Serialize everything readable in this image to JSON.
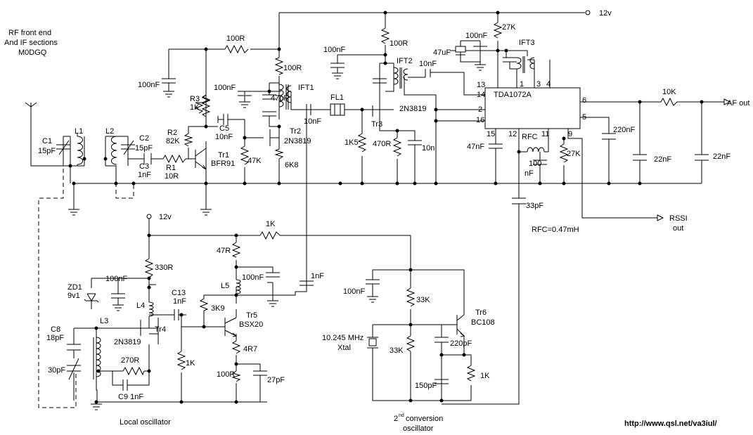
{
  "title": {
    "line1": "RF front end",
    "line2": "And IF sections",
    "line3": "M0DGQ"
  },
  "supply": {
    "top": "12v",
    "lo": "12v"
  },
  "ic": {
    "name": "TDA1072A",
    "pins": [
      "13",
      "14",
      "2",
      "16",
      "15",
      "12",
      "11",
      "9",
      "6",
      "5",
      "1",
      "3",
      "4"
    ]
  },
  "outputs": {
    "af": "AF out",
    "rssi1": "RSSI",
    "rssi2": "out"
  },
  "notes": {
    "rfc": "RFC=0.47mH",
    "url": "http://www.qsl.net/va3iul/"
  },
  "sections": {
    "lo": "Local oscillator",
    "conv_sup": "nd",
    "conv_pre": "2",
    "conv1": "conversion",
    "conv2": "oscillator"
  },
  "crystal": {
    "freq": "10.245 MHz",
    "name": "Xtal"
  },
  "labels": {
    "c1": "C1",
    "c1v": "15pF",
    "l1": "L1",
    "l2": "L2",
    "c2": "C2",
    "c2v": "15pF",
    "c3": "C3",
    "c3v": "1nF",
    "r1": "R1",
    "r1v": "10R",
    "r2": "R2",
    "r2v": "82K",
    "r3": "R3",
    "r3v": "1K",
    "tr1": "Tr1",
    "tr1v": "BFR91",
    "c5": "C5",
    "c5v": "10nF",
    "tr2": "Tr2",
    "tr2v": "2N3819",
    "r47k": "47K",
    "r6k8": "6K8",
    "ift1": "IFT1",
    "c47pf": "47pF",
    "c100nf_a": "100nF",
    "c100nf_b": "100nF",
    "r100a": "100R",
    "r100b": "100R",
    "c10nf_fl": "10nF",
    "fl1": "FL1",
    "r1k5": "1K5",
    "tr3": "Tr3",
    "tr3v": "2N3819",
    "r470": "470R",
    "c10n": "10n",
    "ift2": "IFT2",
    "c100nf_c": "100nF",
    "r100c": "100R",
    "c10nf_ic": "10nF",
    "c100nf_d": "100nF",
    "c47uf": "47uF",
    "r27k_top": "27K",
    "ift3": "IFT3",
    "c47nf": "47nF",
    "rfc": "RFC",
    "c100nf_e1": "100",
    "c100nf_e2": "nF",
    "r27k": "27K",
    "c220nf": "220nF",
    "r10k": "10K",
    "c22nf_a": "22nF",
    "c22nf_b": "22nF",
    "c33pf": "33pF",
    "r1k_top": "1K",
    "zd1": "ZD1",
    "zd1v": "9v1",
    "c100nf_f": "100nF",
    "r330": "330R",
    "l4": "L4",
    "c13": "C13",
    "c13v": "1nF",
    "l3": "L3",
    "tr4": "Tr4",
    "tr4v": "2N3819",
    "c8": "C8",
    "c8v": "18pF",
    "c30pf": "30pF",
    "r270": "270R",
    "c9": "C9 1nF",
    "r1k_lo": "1K",
    "r47r": "47R",
    "l5": "L5",
    "c100nf_g": "100nF",
    "c1nf": "1nF",
    "r3k9": "3K9",
    "tr5": "Tr5",
    "tr5v": "BSX20",
    "r4r7": "4R7",
    "r100d": "100R",
    "c27pf": "27pF",
    "c100nf_h": "100nF",
    "r33k_a": "33K",
    "r33k_b": "33K",
    "tr6": "Tr6",
    "tr6v": "BC108",
    "c220pf": "220pF",
    "c150pf": "150pF",
    "r1k_osc": "1K"
  }
}
